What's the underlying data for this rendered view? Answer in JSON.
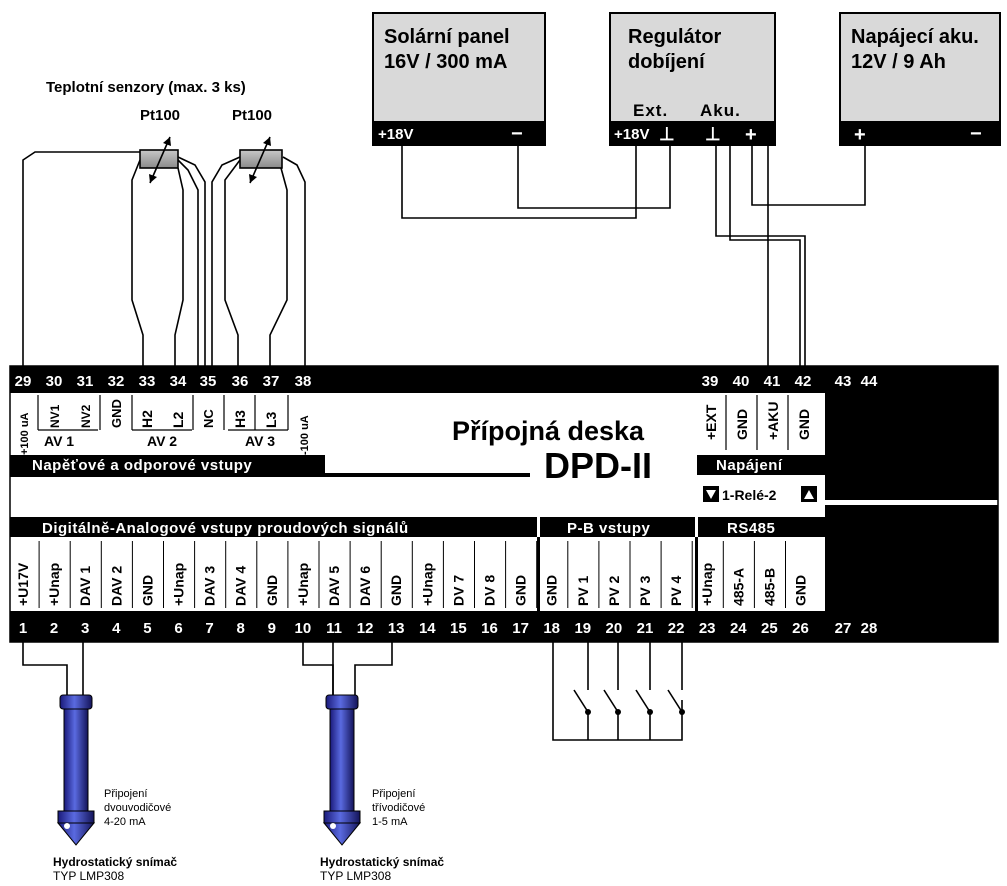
{
  "solar_panel": {
    "line1": "Solární panel",
    "line2": "16V / 300 mA",
    "plus": "+18V",
    "minus": "−"
  },
  "regulator": {
    "line1": "Regulátor",
    "line2": "dobíjení",
    "ext_label": "Ext.",
    "aku_label": "Aku.",
    "ext_plus": "+18V",
    "ext_gnd": "⊥",
    "aku_gnd": "⊥",
    "aku_plus": "+"
  },
  "battery": {
    "line1": "Napájecí aku.",
    "line2": "12V / 9 Ah",
    "plus": "+",
    "minus": "−"
  },
  "sensors": {
    "title": "Teplotní senzory (max. 3 ks)",
    "pt1": "Pt100",
    "pt2": "Pt100"
  },
  "board": {
    "title": "Přípojná deska",
    "model": "DPD-II"
  },
  "top_terminals": [
    "29",
    "30",
    "31",
    "32",
    "33",
    "34",
    "35",
    "36",
    "37",
    "38"
  ],
  "top_right_terminals": [
    "39",
    "40",
    "41",
    "42"
  ],
  "top_far_terminals": [
    "43",
    "44"
  ],
  "top_labels": {
    "t29": "+100 uA",
    "t30": "NV1",
    "t31": "NV2",
    "t32": "GND",
    "t33": "H2",
    "t34": "L2",
    "t35": "NC",
    "t36": "H3",
    "t37": "L3",
    "t38": "-100 uA",
    "av1": "AV 1",
    "av2": "AV 2",
    "av3": "AV 3"
  },
  "top_bar": "Napěťové a odporové vstupy",
  "power_labels": [
    "+EXT",
    "GND",
    "+AKU",
    "GND"
  ],
  "power_bar": "Napájení",
  "relay": "1-Relé-2",
  "bottom_bar_1": "Digitálně-Analogové vstupy proudových signálů",
  "bottom_bar_2": "P-B vstupy",
  "bottom_bar_3": "RS485",
  "bottom_labels": [
    "+U17V",
    "+Unap",
    "DAV 1",
    "DAV 2",
    "GND",
    "+Unap",
    "DAV 3",
    "DAV 4",
    "GND",
    "+Unap",
    "DAV 5",
    "DAV 6",
    "GND",
    "+Unap",
    "DV 7",
    "DV 8",
    "GND",
    "GND",
    "PV 1",
    "PV 2",
    "PV 3",
    "PV 4",
    "+Unap",
    "485-A",
    "485-B",
    "GND"
  ],
  "bottom_terminals": [
    "1",
    "2",
    "3",
    "4",
    "5",
    "6",
    "7",
    "8",
    "9",
    "10",
    "11",
    "12",
    "13",
    "14",
    "15",
    "16",
    "17",
    "18",
    "19",
    "20",
    "21",
    "22",
    "23",
    "24",
    "25",
    "26"
  ],
  "bottom_far_terminals": [
    "27",
    "28"
  ],
  "probe1": {
    "note1": "Připojení",
    "note2": "dvouvodičové",
    "note3": "4-20 mA",
    "name": "Hydrostatický snímač",
    "type": "TYP LMP308"
  },
  "probe2": {
    "note1": "Připojení",
    "note2": "třívodičové",
    "note3": "1-5 mA",
    "name": "Hydrostatický snímač",
    "type": "TYP LMP308"
  }
}
